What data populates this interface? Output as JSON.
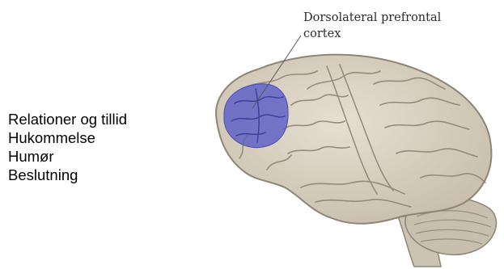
{
  "labels": [
    "Relationer og tillid",
    "Hukommelse",
    "Humør",
    "Beslutning"
  ],
  "callout": {
    "line1": "Dorsolateral prefrontal",
    "line2": "cortex"
  },
  "colors": {
    "brain_fill": "#d8d0c0",
    "brain_stroke": "#8f8576",
    "highlight": "#5c5ec7",
    "cerebellum": "#c9bfae"
  }
}
